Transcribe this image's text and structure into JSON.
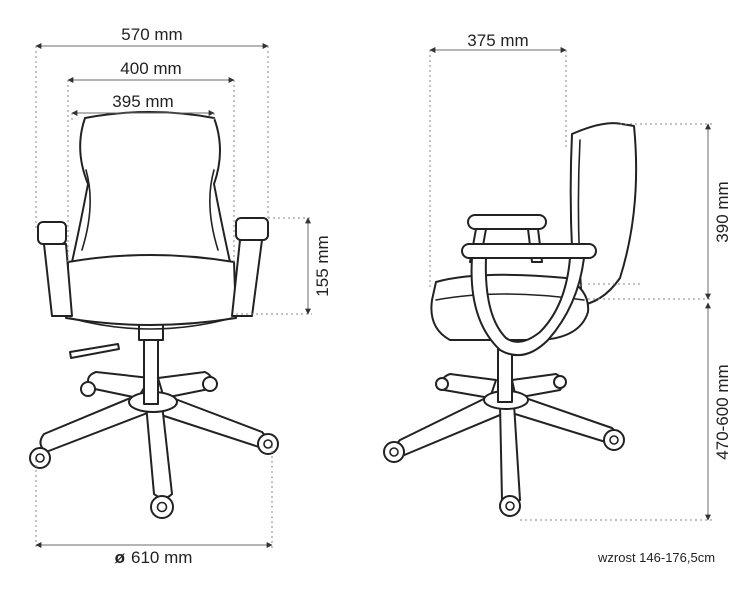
{
  "front_view": {
    "width_total": "570 mm",
    "width_seat": "400 mm",
    "width_back": "395 mm",
    "armrest_height": "155 mm",
    "base_diameter_symbol": "ø",
    "base_diameter": "610 mm"
  },
  "side_view": {
    "depth": "375 mm",
    "back_height": "390 mm",
    "seat_height": "470-600 mm"
  },
  "caption": "wzrost 146-176,5cm"
}
